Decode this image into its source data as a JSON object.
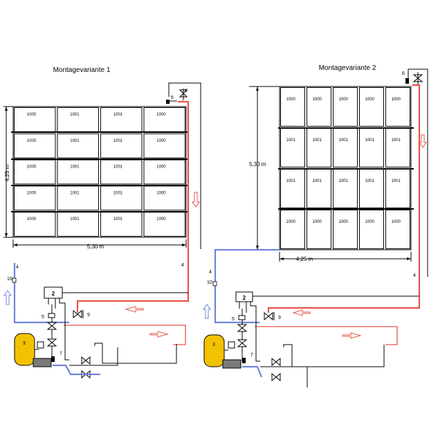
{
  "variant1": {
    "title": "Montagevariante 1",
    "grid_rows": [
      [
        "1000",
        "1001",
        "1001",
        "1000"
      ],
      [
        "1000",
        "1001",
        "1001",
        "1000"
      ],
      [
        "1000",
        "1001",
        "1001",
        "1000"
      ],
      [
        "1000",
        "1001",
        "1001",
        "1000"
      ],
      [
        "1000",
        "1001",
        "1001",
        "1000"
      ]
    ],
    "height_label": "4,25 m",
    "width_label": "5,30 m",
    "labels": {
      "l2": "2",
      "l3": "3",
      "l4a": "4",
      "l4b": "4",
      "l5": "5",
      "l6": "6",
      "l7": "7",
      "l8": "8",
      "l9": "9",
      "l10": "10"
    }
  },
  "variant2": {
    "title": "Montagevariante 2",
    "grid_rows": [
      [
        "1000",
        "1000",
        "1000",
        "1000",
        "1000"
      ],
      [
        "1001",
        "1001",
        "1001",
        "1001",
        "1001"
      ],
      [
        "1001",
        "1001",
        "1001",
        "1001",
        "1001"
      ],
      [
        "1000",
        "1000",
        "1000",
        "1000",
        "1000"
      ]
    ],
    "height_label": "5,30 m",
    "width_label": "4,25 m",
    "labels": {
      "l2": "2",
      "l3": "3",
      "l4a": "4",
      "l4b": "4",
      "l5": "5",
      "l6": "6",
      "l7": "7",
      "l9": "9",
      "l10": "10"
    }
  },
  "colors": {
    "hot": "#e8534a",
    "cold": "#6f84d6",
    "tank": "#f2c200"
  }
}
